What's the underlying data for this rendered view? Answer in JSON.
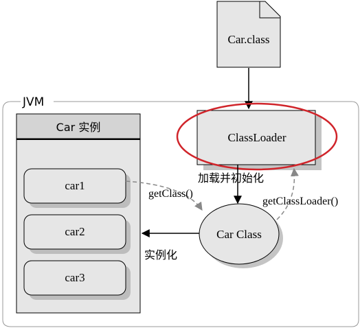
{
  "file": {
    "label": "Car.class"
  },
  "jvm": {
    "label": "JVM"
  },
  "instances": {
    "header": "Car 实例",
    "items": [
      "car1",
      "car2",
      "car3"
    ]
  },
  "classloader": {
    "label": "ClassLoader"
  },
  "car_class": {
    "label": "Car Class"
  },
  "edges": {
    "load_init": "加载并初始化",
    "get_class": "getClass()",
    "get_class_loader": "getClassLoader()",
    "instantiate": "实例化"
  },
  "colors": {
    "box_fill": "#e6e6e6",
    "header_fill": "#d4d4d4",
    "shadow": "#bdbdbd",
    "highlight_ring": "#d0242a",
    "stroke": "#000000",
    "dashed": "#808080"
  }
}
